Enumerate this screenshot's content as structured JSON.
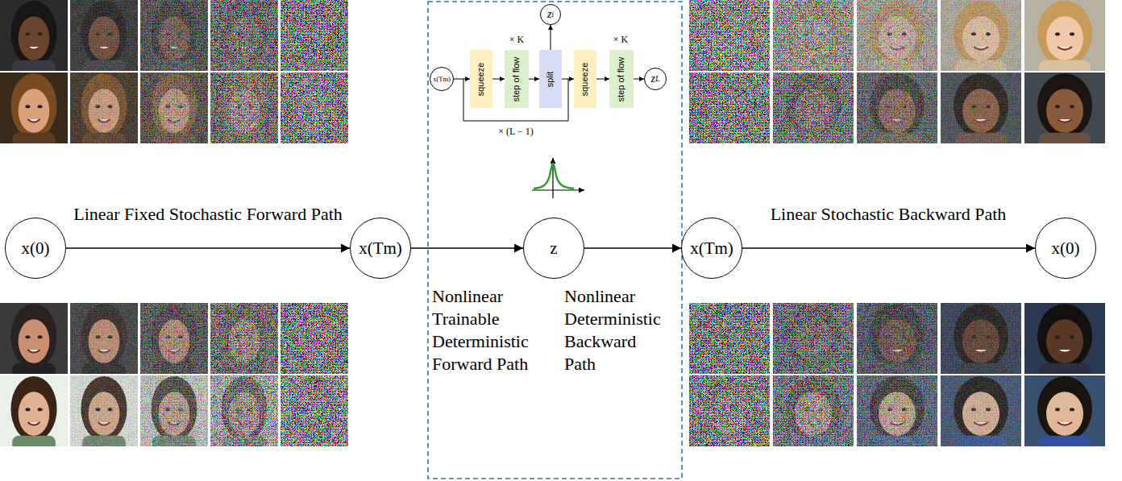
{
  "diagram": {
    "nodes": [
      {
        "text": [
          "x(Tm)"
        ]
      },
      {
        "text": [
          "squeeze"
        ]
      },
      {
        "text": [
          "step of flow"
        ]
      },
      {
        "text": [
          "split"
        ]
      },
      {
        "text": [
          "z",
          "i"
        ]
      },
      {
        "text": [
          "squeeze"
        ]
      },
      {
        "text": [
          "step of flow"
        ]
      },
      {
        "text": [
          "z",
          "L"
        ]
      },
      {
        "text": [
          "x(0)"
        ]
      },
      {
        "text": [
          "x(Tm)"
        ]
      },
      {
        "text": [
          "z"
        ]
      },
      {
        "text": [
          "x(Tm)"
        ]
      },
      {
        "text": [
          "x(0)"
        ]
      }
    ],
    "edges": [
      {
        "from": 0,
        "to": 1,
        "arrow": "to"
      },
      {
        "from": 1,
        "to": 2,
        "arrow": "to"
      },
      {
        "from": 2,
        "to": 3,
        "arrow": "to"
      },
      {
        "from": 3,
        "to": 4,
        "arrow": "to"
      },
      {
        "from": 3,
        "to": 5,
        "arrow": "to"
      },
      {
        "from": 5,
        "to": 6,
        "arrow": "to"
      },
      {
        "from": 6,
        "to": 7,
        "arrow": "to"
      },
      {
        "from": 8,
        "to": 9,
        "arrow": "to",
        "label": "Linear Fixed Stochastic Forward Path"
      },
      {
        "from": 9,
        "to": 10,
        "arrow": "to",
        "label": "Nonlinear Trainable Deterministic Forward Path"
      },
      {
        "from": 10,
        "to": 11,
        "arrow": "to",
        "label": "Nonlinear Deterministic Backward Path"
      },
      {
        "from": 11,
        "to": 12,
        "arrow": "to",
        "label": "Linear Stochastic Backward Path"
      }
    ],
    "labels": [
      "× K",
      "× K",
      "× (L − 1)"
    ]
  }
}
